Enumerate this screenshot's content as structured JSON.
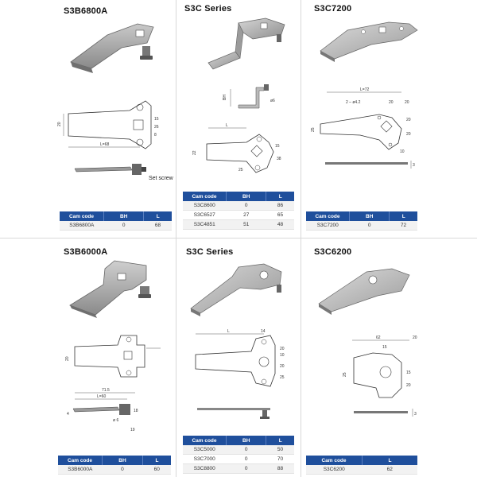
{
  "products": [
    {
      "id": "s3b6800a",
      "title": "S3B6800A",
      "note": "Set screw",
      "dims": [
        "20",
        "L=68",
        "26",
        "15",
        "8"
      ],
      "table": {
        "headers": [
          "Cam code",
          "BH",
          "L"
        ],
        "rows": [
          [
            "S3B6800A",
            "0",
            "68"
          ]
        ]
      }
    },
    {
      "id": "s3c-top",
      "title": "S3C Series",
      "dims": [
        "BH",
        "L",
        "25",
        "22",
        "15",
        "38",
        "ø6"
      ],
      "table": {
        "headers": [
          "Cam code",
          "BH",
          "L"
        ],
        "rows": [
          [
            "S3C8600",
            "0",
            "86"
          ],
          [
            "S3C6527",
            "27",
            "65"
          ],
          [
            "S3C4851",
            "51",
            "48"
          ]
        ]
      }
    },
    {
      "id": "s3c7200",
      "title": "S3C7200",
      "dims": [
        "L=72",
        "2 – ø4.2",
        "20",
        "20",
        "25",
        "20",
        "20",
        "10",
        "3"
      ],
      "table": {
        "headers": [
          "Cam code",
          "BH",
          "L"
        ],
        "rows": [
          [
            "S3C7200",
            "0",
            "72"
          ]
        ]
      }
    },
    {
      "id": "s3b6000a",
      "title": "S3B6000A",
      "dims": [
        "20",
        "71.5",
        "L=60",
        "ø 6",
        "18",
        "4",
        "19"
      ],
      "table": {
        "headers": [
          "Cam code",
          "BH",
          "L"
        ],
        "rows": [
          [
            "S3B6000A",
            "0",
            "60"
          ]
        ]
      }
    },
    {
      "id": "s3c-bottom",
      "title": "S3C Series",
      "dims": [
        "L",
        "14",
        "20",
        "10",
        "20",
        "25"
      ],
      "table": {
        "headers": [
          "Cam code",
          "BH",
          "L"
        ],
        "rows": [
          [
            "S3C5000",
            "0",
            "50"
          ],
          [
            "S3C7000",
            "0",
            "70"
          ],
          [
            "S3C8800",
            "0",
            "88"
          ]
        ]
      }
    },
    {
      "id": "s3c6200",
      "title": "S3C6200",
      "dims": [
        "62",
        "20",
        "15",
        "25",
        "15",
        "20",
        "3"
      ],
      "table": {
        "headers": [
          "Cam code",
          "L"
        ],
        "rows": [
          [
            "S3C6200",
            "62"
          ]
        ]
      }
    }
  ]
}
